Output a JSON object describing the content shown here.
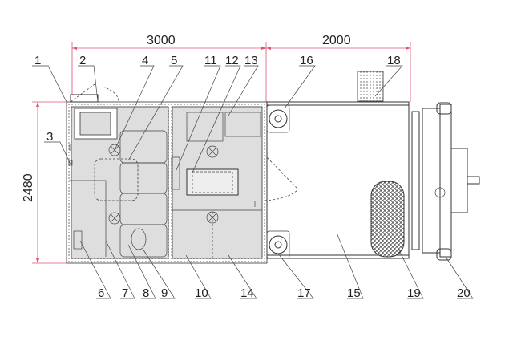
{
  "dimensions": {
    "module_length": "3000",
    "annex_length": "2000",
    "width": "2480"
  },
  "callouts": [
    "1",
    "2",
    "3",
    "4",
    "5",
    "6",
    "7",
    "8",
    "9",
    "10",
    "11",
    "12",
    "13",
    "14",
    "15",
    "16",
    "17",
    "18",
    "19",
    "20"
  ],
  "colors": {
    "dimension_line": "#e05070",
    "room_fill": "#dedede",
    "line": "#333333"
  }
}
